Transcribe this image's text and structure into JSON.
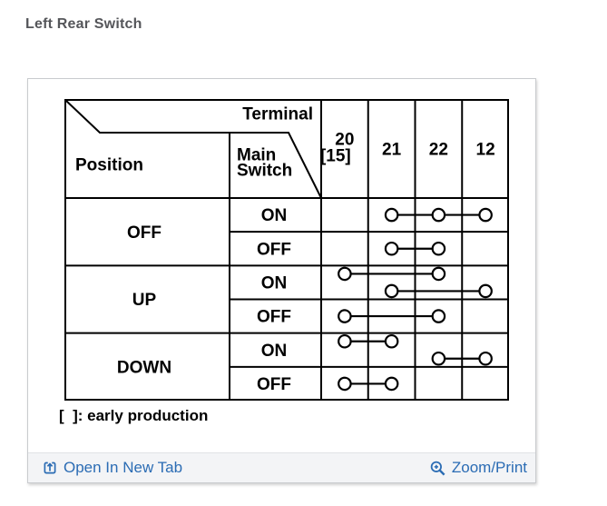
{
  "page": {
    "title": "Left Rear Switch"
  },
  "table": {
    "corner": {
      "terminal_label": "Terminal",
      "position_label": "Position",
      "main_switch_label": [
        "Main",
        "Switch"
      ]
    },
    "terminals": [
      {
        "label": "20",
        "alt_label": "[15]"
      },
      {
        "label": "21"
      },
      {
        "label": "22"
      },
      {
        "label": "12"
      }
    ],
    "positions": [
      {
        "label": "OFF",
        "rows": [
          {
            "switch": "ON",
            "connections": [
              [
                "21",
                "22",
                "12"
              ]
            ]
          },
          {
            "switch": "OFF",
            "connections": [
              [
                "21",
                "22"
              ]
            ]
          }
        ]
      },
      {
        "label": "UP",
        "rows": [
          {
            "switch": "ON",
            "connections": [
              [
                "20",
                "22"
              ],
              [
                "21",
                "12"
              ]
            ]
          },
          {
            "switch": "OFF",
            "connections": [
              [
                "20",
                "22"
              ]
            ]
          }
        ]
      },
      {
        "label": "DOWN",
        "rows": [
          {
            "switch": "ON",
            "connections": [
              [
                "20",
                "21"
              ],
              [
                "22",
                "12"
              ]
            ]
          },
          {
            "switch": "OFF",
            "connections": [
              [
                "20",
                "21"
              ]
            ]
          }
        ]
      }
    ],
    "note": "[  ]: early production"
  },
  "footer": {
    "open_in_new_tab": "Open In New Tab",
    "zoom_print": "Zoom/Print"
  },
  "colors": {
    "link": "#2b6cb4",
    "title_text": "#55565a",
    "table_line": "#000000",
    "footer_bg": "#f3f4f6"
  }
}
